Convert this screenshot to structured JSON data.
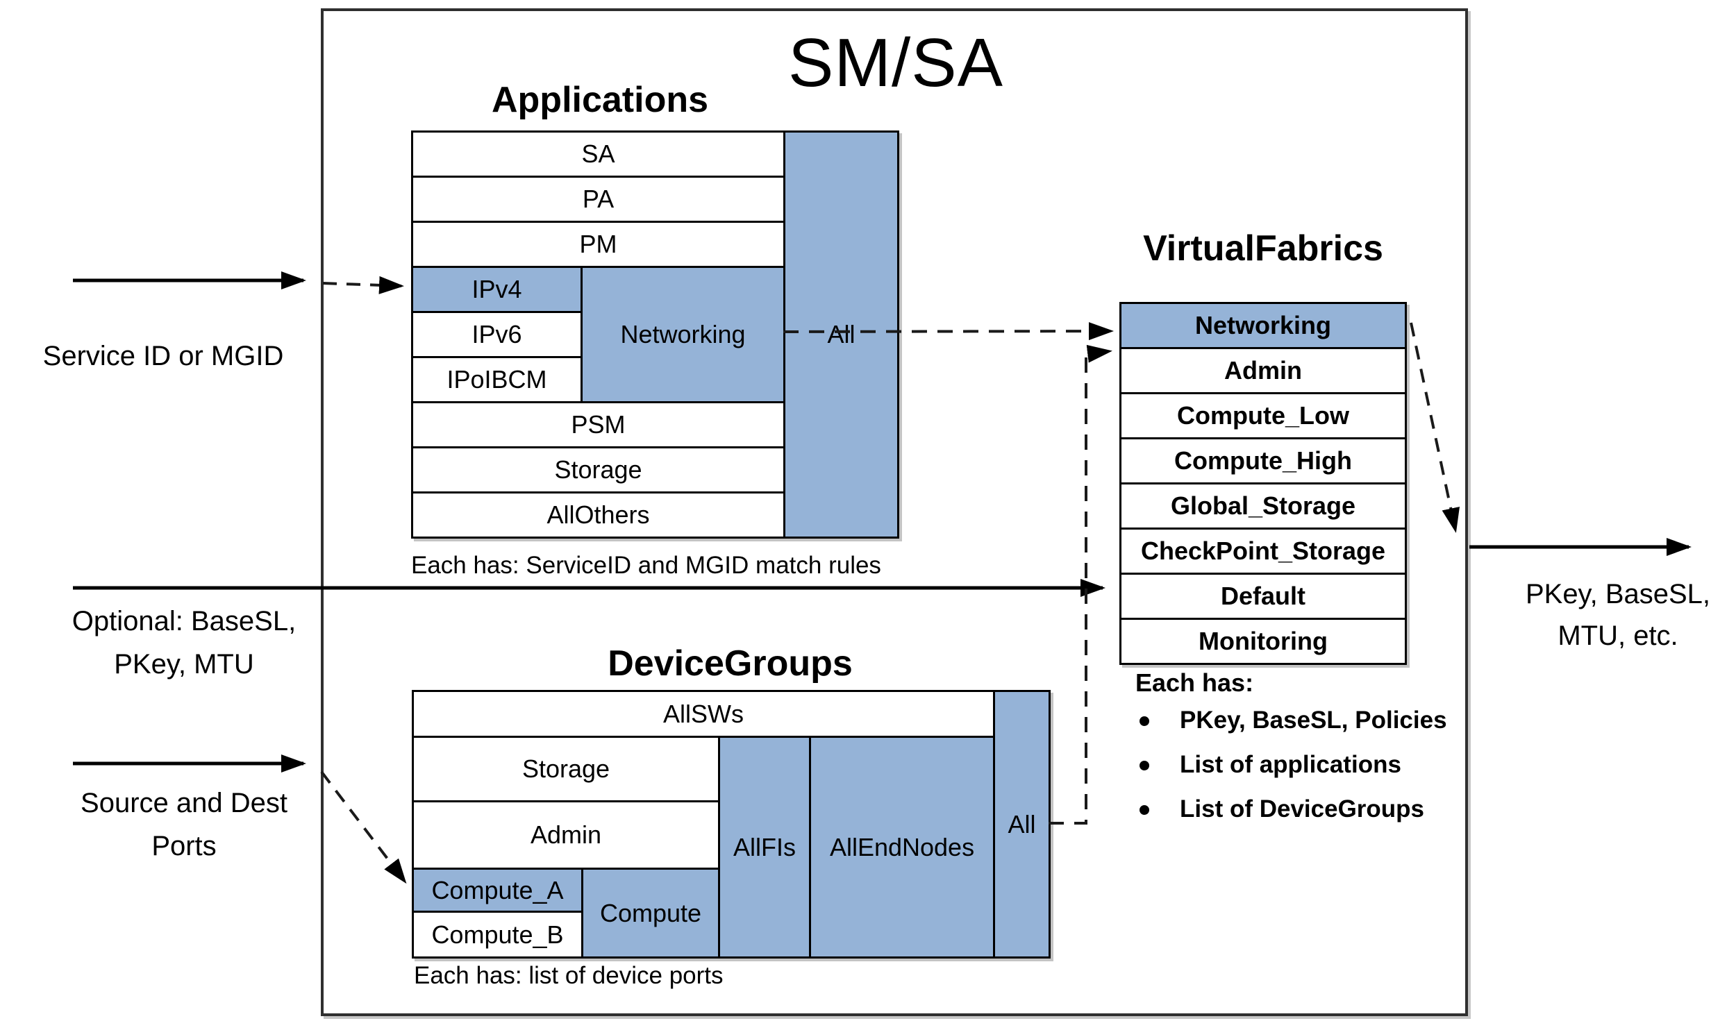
{
  "diagram": {
    "title": "SM/SA",
    "colors": {
      "fill_blue": "#95B3D7",
      "line_color": "#000000"
    },
    "applications": {
      "heading": "Applications",
      "caption": "Each has: ServiceID and MGID match rules",
      "cells": {
        "sa": "SA",
        "pa": "PA",
        "pm": "PM",
        "ipv4": "IPv4",
        "ipv6": "IPv6",
        "ipoibcm": "IPoIBCM",
        "networking": "Networking",
        "psm": "PSM",
        "storage": "Storage",
        "allothers": "AllOthers",
        "all": "All"
      }
    },
    "device_groups": {
      "heading": "DeviceGroups",
      "caption": "Each has: list of device ports",
      "cells": {
        "allsws": "AllSWs",
        "storage": "Storage",
        "admin": "Admin",
        "compute_a": "Compute_A",
        "compute_b": "Compute_B",
        "compute": "Compute",
        "allfis": "AllFIs",
        "allendnodes": "AllEndNodes",
        "all": "All"
      }
    },
    "virtual_fabrics": {
      "heading": "VirtualFabrics",
      "rows": [
        "Networking",
        "Admin",
        "Compute_Low",
        "Compute_High",
        "Global_Storage",
        "CheckPoint_Storage",
        "Default",
        "Monitoring"
      ],
      "each_has": "Each has:",
      "bullets": [
        "PKey, BaseSL, Policies",
        "List of applications",
        "List of DeviceGroups"
      ]
    },
    "labels": {
      "service_id": "Service ID or MGID",
      "optional_line1": "Optional: BaseSL,",
      "optional_line2": "PKey, MTU",
      "source_line1": "Source and Dest",
      "source_line2": "Ports",
      "output_line1": "PKey, BaseSL,",
      "output_line2": "MTU, etc."
    }
  }
}
